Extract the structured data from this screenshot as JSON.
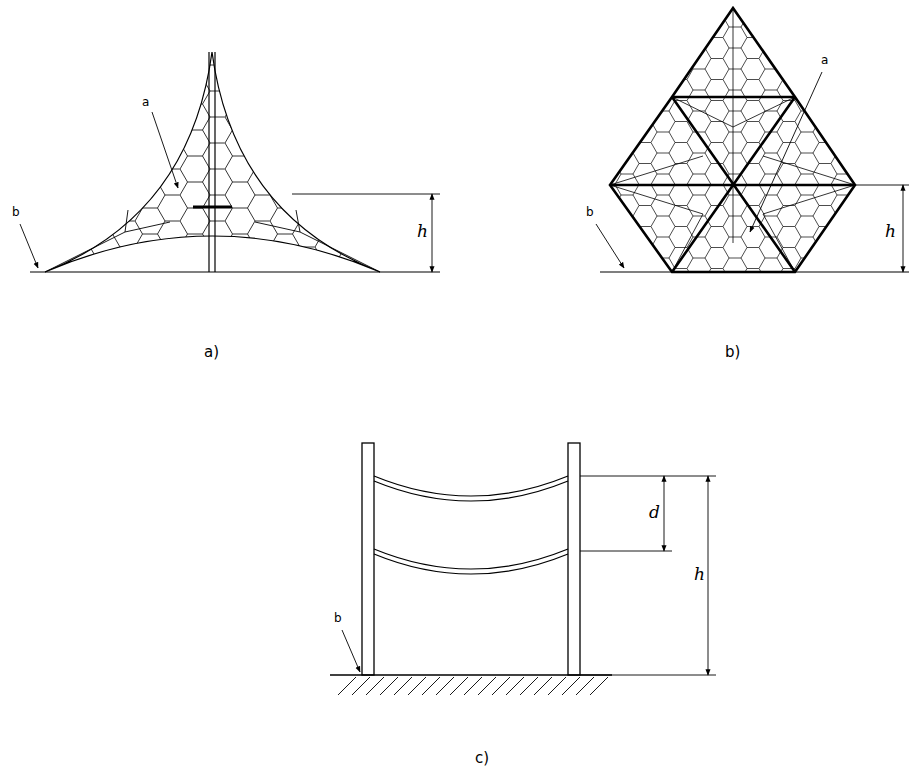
{
  "diagram": {
    "labels": [
      "a",
      "b",
      "h",
      "a",
      "b",
      "h",
      "b",
      "d",
      "h",
      "a)",
      "b)",
      "c)"
    ]
  }
}
